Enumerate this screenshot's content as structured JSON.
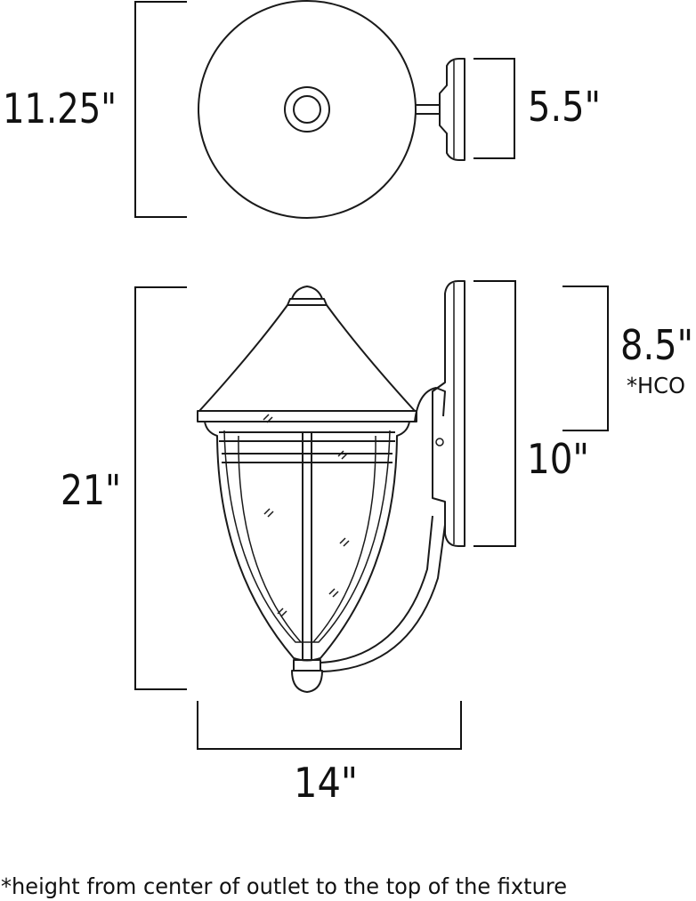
{
  "dimensions": {
    "top_view_height": "11.25\"",
    "top_view_depth": "5.5\"",
    "fixture_height": "21\"",
    "hco": "8.5\"",
    "hco_note": "*HCO",
    "backplate_height": "10\"",
    "fixture_width": "14\""
  },
  "footnote": "*height from center of outlet to the top of the fixture"
}
